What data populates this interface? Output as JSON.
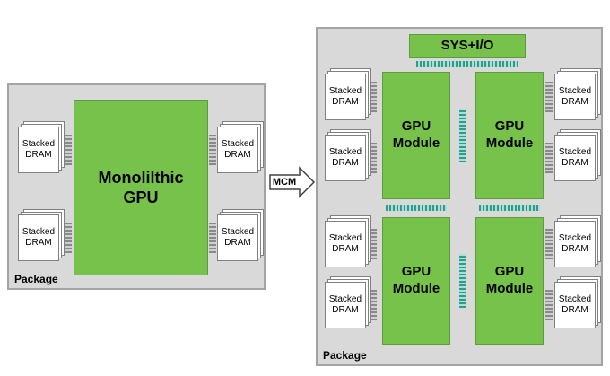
{
  "diagram": {
    "left_package": {
      "label": "Package",
      "gpu_label": "Monolilthic GPU",
      "dram_label": "Stacked DRAM"
    },
    "arrow": {
      "label": "MCM"
    },
    "right_package": {
      "label": "Package",
      "sys_io_label": "SYS+I/O",
      "module_label": "GPU Module",
      "dram_label": "Stacked DRAM"
    },
    "colors": {
      "chip_green": "#77C24B",
      "package_gray": "#D9D9D9",
      "package_border": "#A3A3A3",
      "interconnect_teal": "#2E9E8A",
      "interconnect_gray": "#8A8A8A",
      "dram_white": "#FFFFFF"
    }
  }
}
